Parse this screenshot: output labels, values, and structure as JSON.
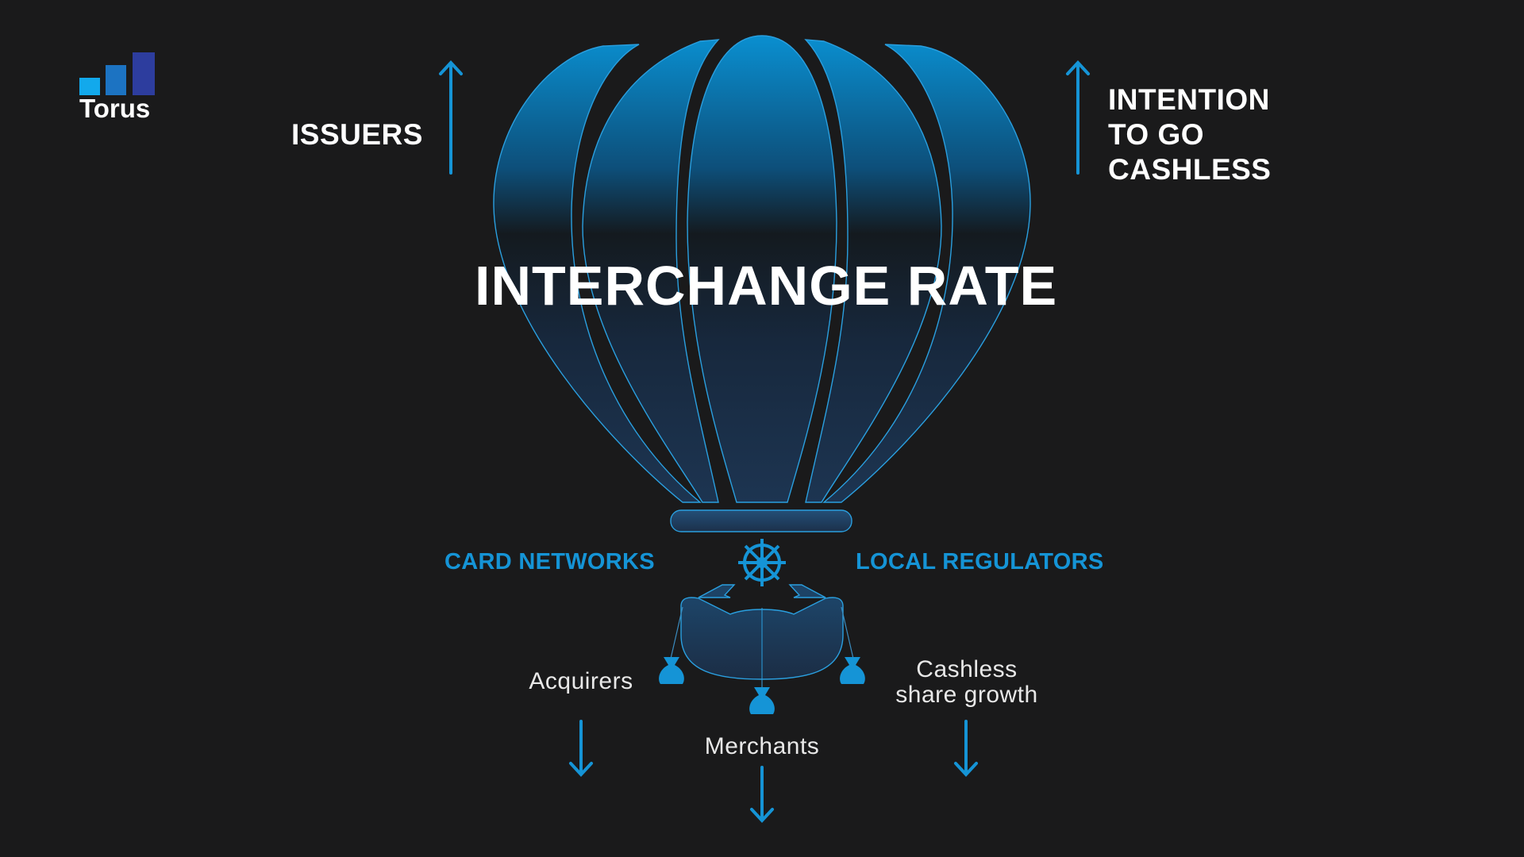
{
  "logo": {
    "name": "Torus",
    "bar_colors": [
      "#12a9ec",
      "#1c73c2",
      "#2d3d9e"
    ]
  },
  "title": "INTERCHANGE RATE",
  "up_labels": {
    "issuers": "ISSUERS",
    "intention_line1": "INTENTION",
    "intention_line2": "TO GO",
    "intention_line3": "CASHLESS"
  },
  "side_labels": {
    "card_networks": "CARD NETWORKS",
    "local_regulators": "LOCAL REGULATORS"
  },
  "down_labels": {
    "acquirers": "Acquirers",
    "merchants": "Merchants",
    "cashless_line1": "Cashless",
    "cashless_line2": "share growth"
  },
  "colors": {
    "background": "#1a1a1b",
    "accent": "#1594d6",
    "balloon_top": "#0a86c4",
    "balloon_bottom": "#1b2e46"
  },
  "icons": [
    "up-arrow-icon",
    "down-arrow-icon",
    "ship-wheel-icon",
    "money-bag-icon",
    "bar-chart-logo-icon"
  ]
}
